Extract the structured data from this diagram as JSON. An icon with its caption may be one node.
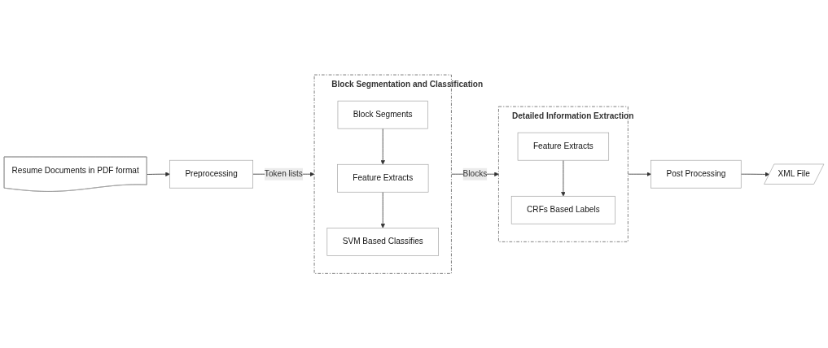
{
  "diagram": {
    "nodes": [
      {
        "text": [
          "Resume Documents in PDF format"
        ]
      },
      {
        "text": [
          "Preprocessing"
        ]
      },
      {
        "text": [
          "Block Segmentation and Classification"
        ]
      },
      {
        "text": [
          "Block Segments"
        ],
        "in": 2
      },
      {
        "text": [
          "Feature Extracts"
        ],
        "in": 2
      },
      {
        "text": [
          "SVM Based Classifies"
        ],
        "in": 2
      },
      {
        "text": [
          "Detailed Information Extraction"
        ]
      },
      {
        "text": [
          "Feature Extracts"
        ],
        "in": 6
      },
      {
        "text": [
          "CRFs Based Labels"
        ],
        "in": 6
      },
      {
        "text": [
          "Post Processing"
        ]
      },
      {
        "text": [
          "XML File"
        ]
      }
    ],
    "edges": [
      {
        "from": 0,
        "to": 1,
        "arrow": "to"
      },
      {
        "from": 1,
        "to": 2,
        "label": "Token lists",
        "arrow": "to"
      },
      {
        "from": 3,
        "to": 4,
        "arrow": "to"
      },
      {
        "from": 4,
        "to": 5,
        "arrow": "to"
      },
      {
        "from": 2,
        "to": 6,
        "label": "Blocks",
        "arrow": "to"
      },
      {
        "from": 7,
        "to": 8,
        "arrow": "to"
      },
      {
        "from": 6,
        "to": 9,
        "arrow": "to"
      },
      {
        "from": 9,
        "to": 10,
        "arrow": "to"
      }
    ]
  }
}
